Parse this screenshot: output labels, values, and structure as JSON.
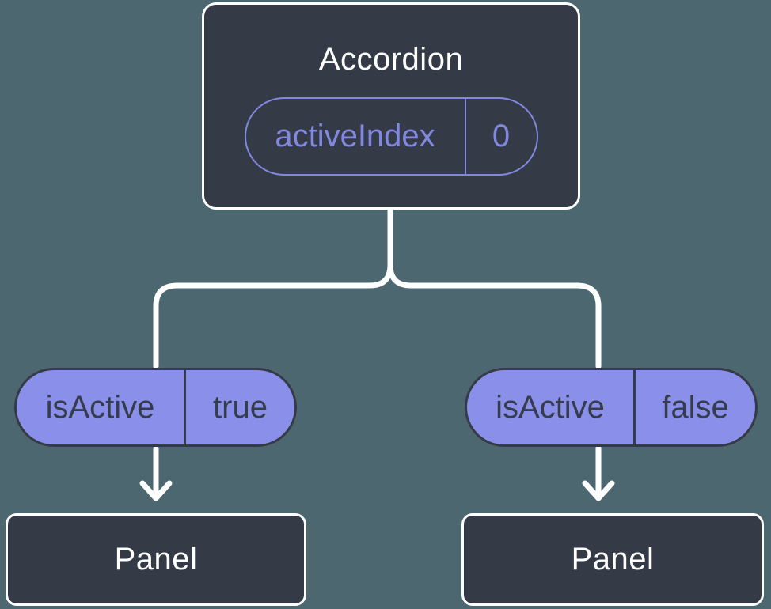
{
  "diagram": {
    "description": "component-tree-state-flow",
    "root": {
      "label": "Accordion",
      "state": {
        "name": "activeIndex",
        "value": "0"
      }
    },
    "children": [
      {
        "prop": {
          "name": "isActive",
          "value": "true"
        },
        "label": "Panel"
      },
      {
        "prop": {
          "name": "isActive",
          "value": "false"
        },
        "label": "Panel"
      }
    ],
    "colors": {
      "background": "#4D6770",
      "node_fill": "#343B47",
      "node_border": "#FFFFFF",
      "pill_fill": "#8A8FE9",
      "pill_outline": "#8288E0",
      "dark_text": "#353C4B",
      "connector": "#FFFFFF"
    }
  }
}
